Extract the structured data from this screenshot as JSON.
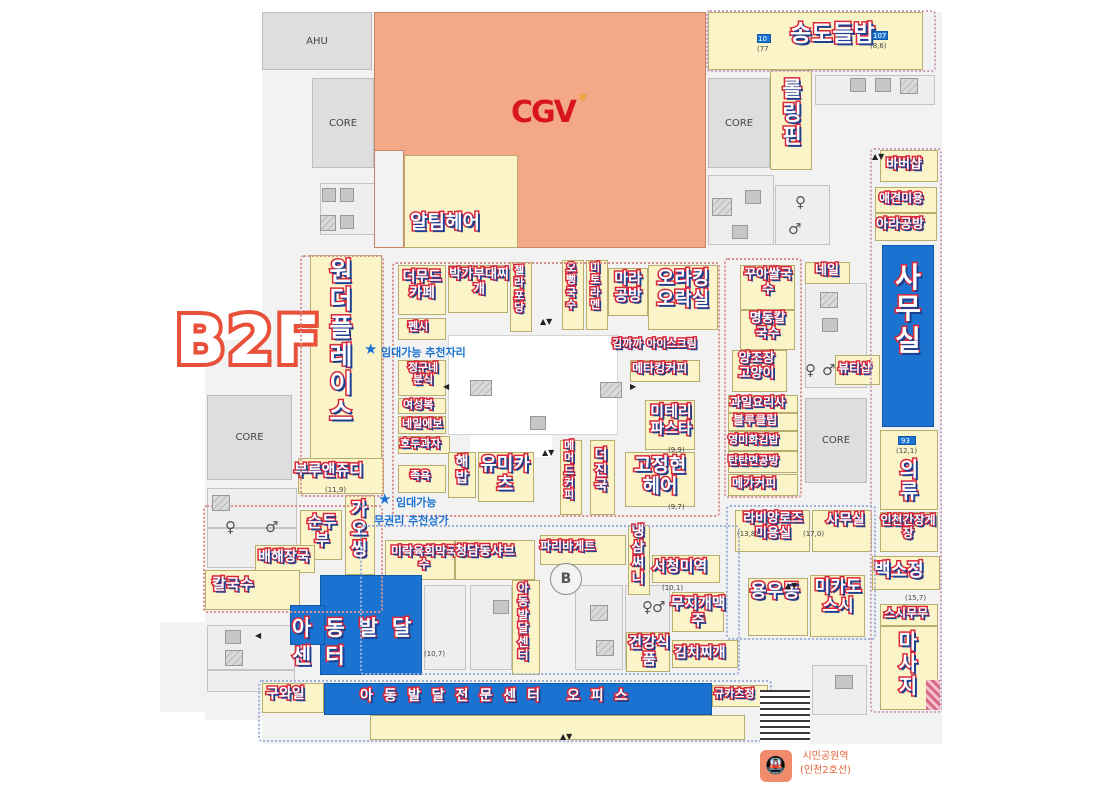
{
  "floor": "B2F",
  "anchors": {
    "cinema": "CGV",
    "core": "CORE",
    "ahu": "AHU"
  },
  "stores": {
    "songdo_deulbap": "송도들밥",
    "rolling_pin": "롤링핀",
    "albim_hair": "알팀헤어",
    "wonder_place": "원더플레이스",
    "the_mood_cafe": "더무드카페",
    "pakga_budae": "박가부대찌개",
    "jelly_pochang": "젤라포당",
    "o_ppeong": "오뻥국수",
    "mi_tomatomen": "미토라멘",
    "mara_gongbang": "마라공방",
    "oraking_oragsil": "오라킹오락실",
    "kimkaka": "김까까 아이스크림",
    "meta_king_coffee": "메타킹커피",
    "nail_shop": "펜시",
    "jeonggudeul": "정구네분식",
    "yeoseong": "여성복",
    "nail_labo": "네일에보",
    "hodu_gwaja": "호두과자",
    "buru_and_judi": "부루앤쥬디",
    "jokbal": "족욕",
    "hae_bap": "해밥",
    "yumi_katsu": "유미카츠",
    "meme_coffee": "메머드커피",
    "deo_jinguk": "더진국",
    "gojeonghyeon_hair": "고정현헤어",
    "mistery_pasta": "미테리파스타",
    "kkua_noodle": "꾸아쌀국수",
    "nail_right": "네일",
    "myeongdong_kalguksu": "명동칼국수",
    "yangjojang_goyangi": "양조장고양이",
    "gwail_cooking": "과일요리사",
    "bluecolor": "블루클립",
    "yeongmihwa_kimbap": "영미화김밥",
    "dantan_gongbang": "탄탄면공방",
    "mega_coffee": "메가커피",
    "barbershop": "바버샵",
    "aegyeon_beauty": "애견미용",
    "ara_gongbang": "아라공방",
    "office": "사무실",
    "beauty_shop": "뷰티샵",
    "iryu": "의류",
    "incheon_ganjang": "인천간장게장",
    "baek_sojeong": "백소정",
    "lavie_en_rose": "라비앙로즈 미용실",
    "samu_sil": "사무실",
    "sundubu": "순두부",
    "gaoseong": "가오씽",
    "baehaejang": "배해장국",
    "kalguksu": "칼국수",
    "mirak_yukhoe": "미락육회막국수",
    "cheongdam_dongshabu": "청담동샤브",
    "paris_baguette": "파리바게트",
    "naeng_sam": "냉삼써니",
    "seocheong_miyeok": "서청미역",
    "yongwudong": "용우동",
    "mikado_sushi": "미카도스시",
    "sushi_mumu": "스시무무",
    "massage": "마사지",
    "child_dev": "아동발달센터",
    "child_dev_vert": "아동발달센터",
    "mugeunji_maekju": "무지개맥주",
    "geongang_sikpum": "건강식품",
    "kimchi_jjigae": "김치찌개",
    "guwail": "구와일",
    "gyukatsu": "규카츠정",
    "child_dev_office": "아동발달전문센터 오피스"
  },
  "notes": {
    "rent_recommend": "임대가능 추천자리",
    "rent_available": "임대가능",
    "rent_free": "무권리 추천상가"
  },
  "unit_numbers": {
    "u93": "93",
    "u93_area": "(12,1)",
    "u107": "107",
    "u107_area": "(8,6)",
    "u106": "10",
    "u106_area": "(77",
    "u_9_9": "(9,9)",
    "u_11_9": "(11,9)",
    "u_9_7": "(9,7)",
    "u_10_1": "(10,1)",
    "u_10_7": "(10,7)",
    "u_15_7": "(15,7)",
    "u_13_8": "(13,8)",
    "u_17_0": "(17,0)"
  },
  "station": {
    "name": "시민공원역",
    "line": "(인천2호선)"
  },
  "colors": {
    "store_fill": "#fbf4c8",
    "label_stroke": "#d9263a",
    "label_shadow": "#1f3f8f",
    "blue_block": "#1a73d1",
    "cgv_fill": "#f3a988",
    "floor_badge": "#e8503a"
  }
}
